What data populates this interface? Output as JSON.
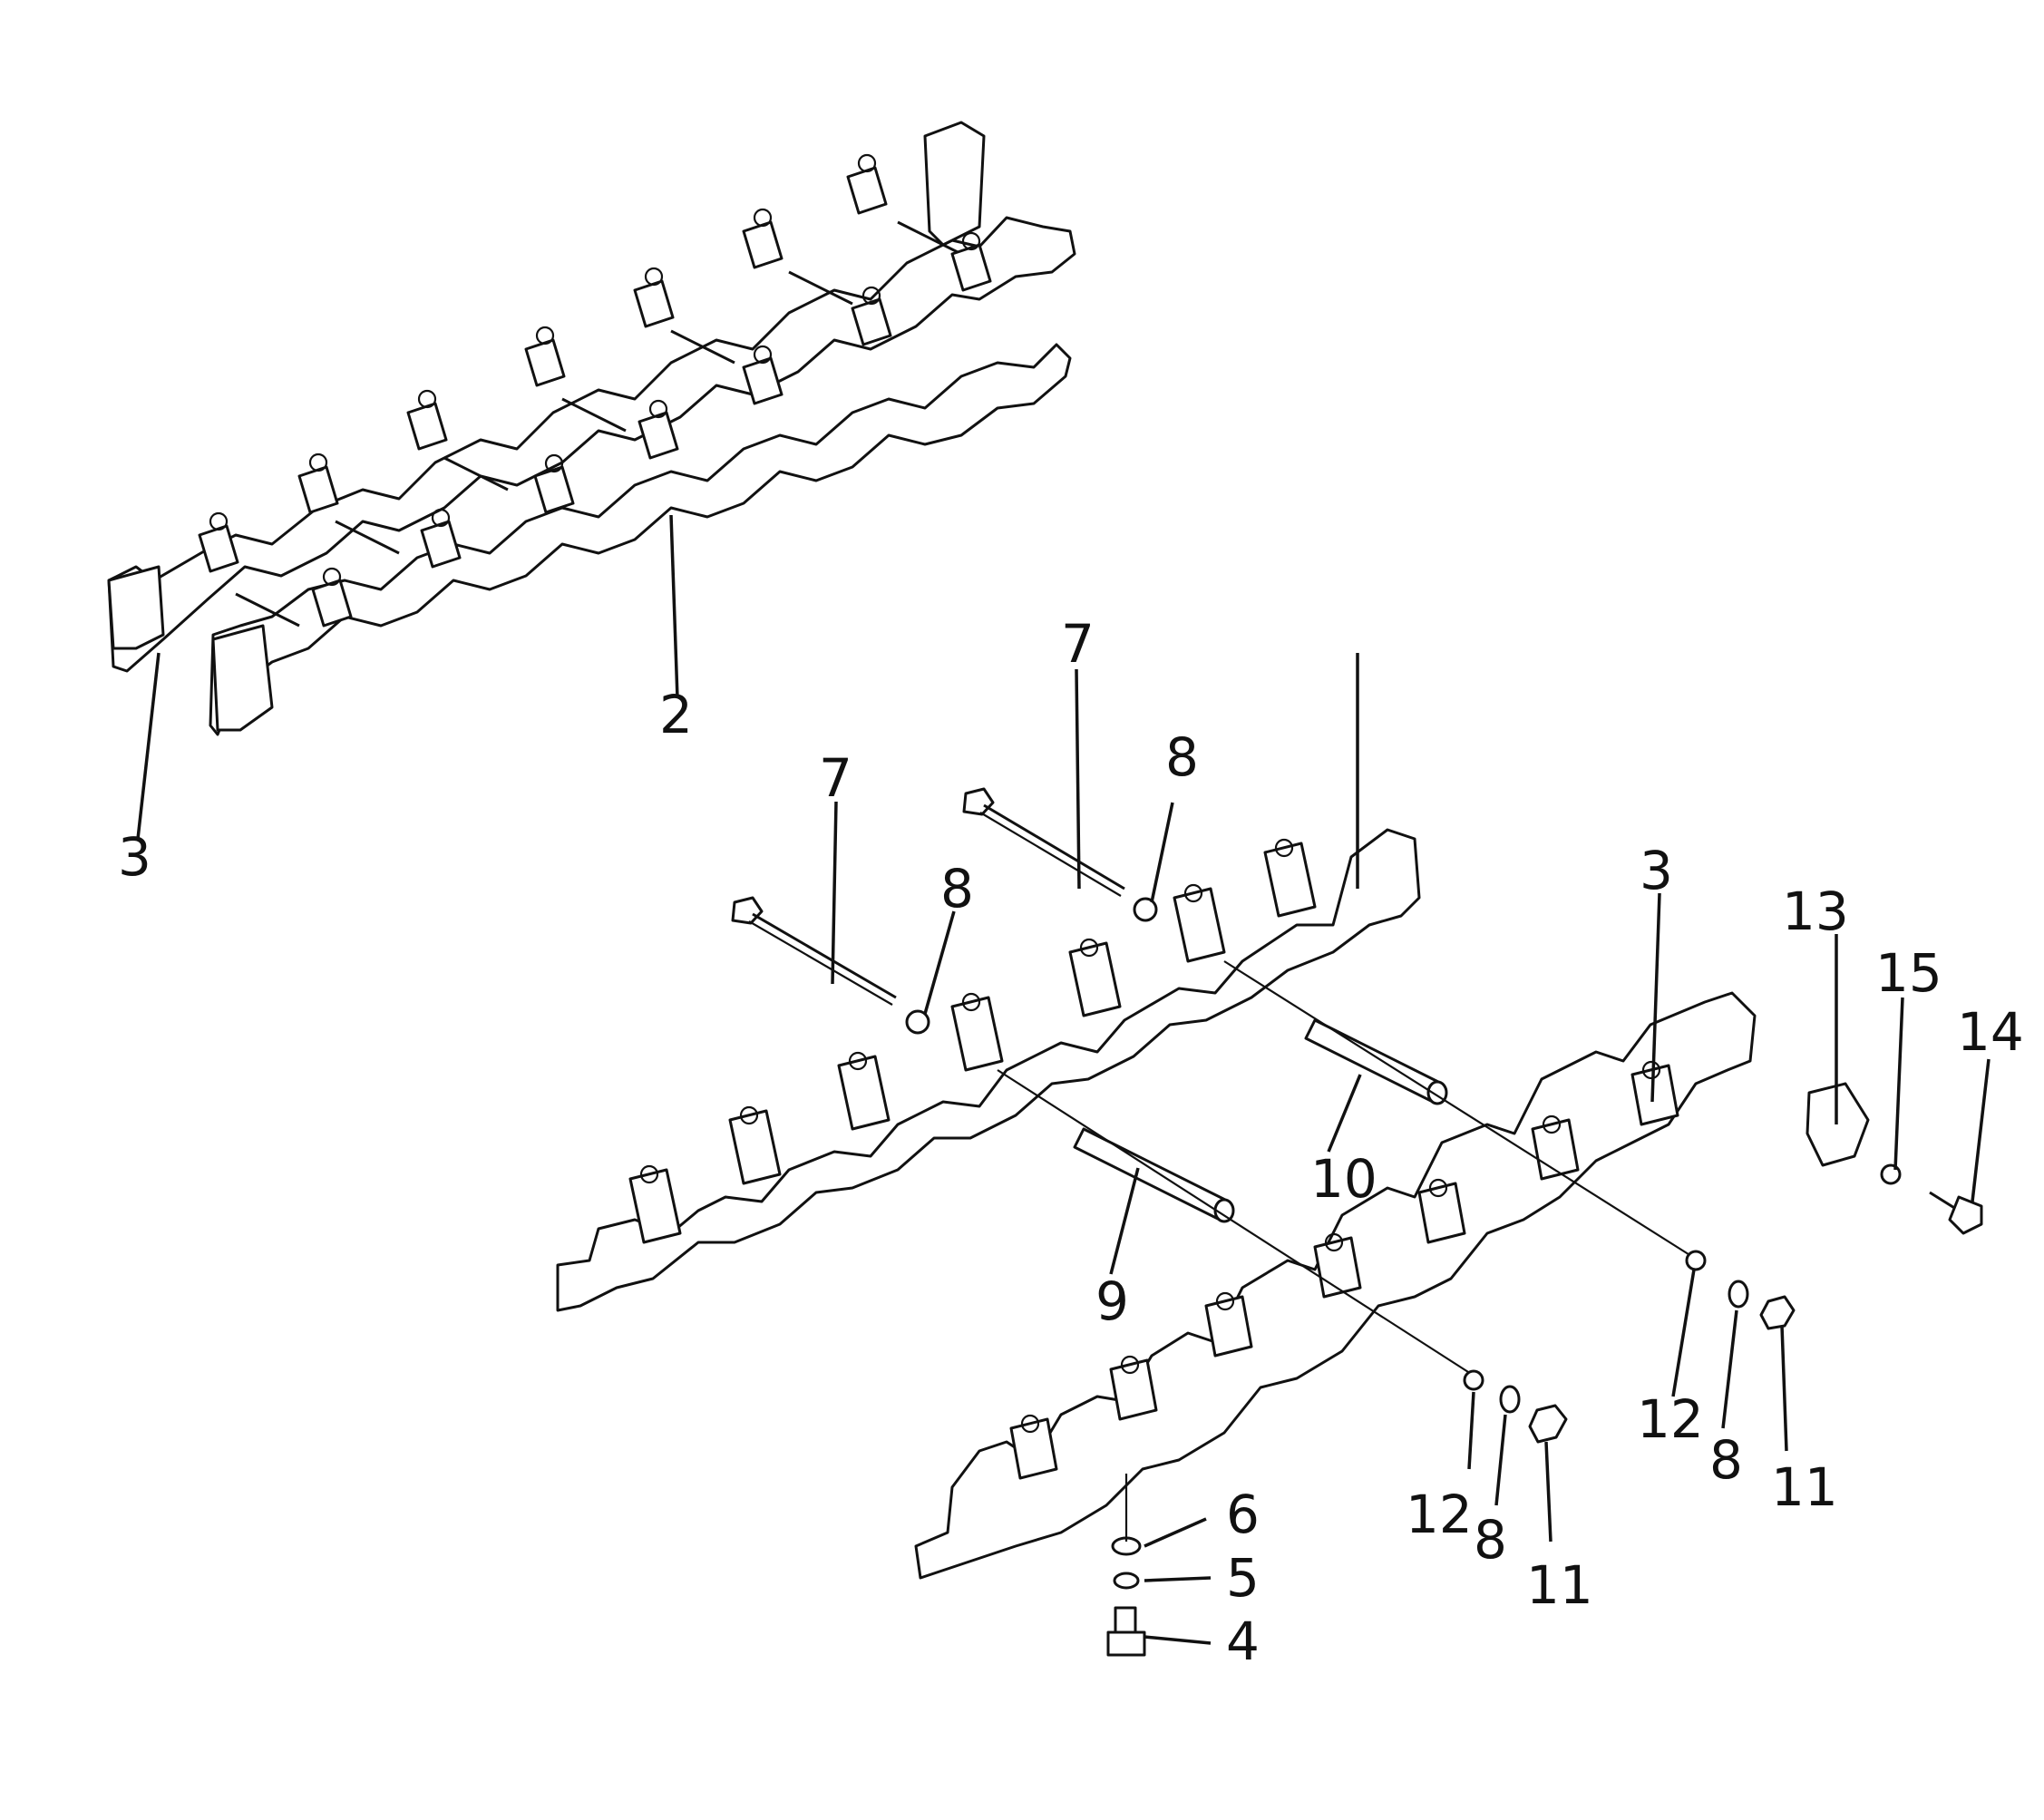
{
  "diagram": {
    "type": "exploded-parts-diagram",
    "line_color": "#111111",
    "background": "#ffffff",
    "callouts": [
      {
        "id": "c2",
        "text": "2"
      },
      {
        "id": "c3-upper",
        "text": "3"
      },
      {
        "id": "c7-left",
        "text": "7"
      },
      {
        "id": "c7-right",
        "text": "7"
      },
      {
        "id": "c8-left",
        "text": "8"
      },
      {
        "id": "c8-right",
        "text": "8"
      },
      {
        "id": "c1",
        "text": ""
      },
      {
        "id": "c3-lower",
        "text": "3"
      },
      {
        "id": "c13",
        "text": "13"
      },
      {
        "id": "c15",
        "text": "15"
      },
      {
        "id": "c14",
        "text": "14"
      },
      {
        "id": "c10",
        "text": "10"
      },
      {
        "id": "c9",
        "text": "9"
      },
      {
        "id": "c12-right",
        "text": "12"
      },
      {
        "id": "c8-lower-right",
        "text": "8"
      },
      {
        "id": "c11-right",
        "text": "11"
      },
      {
        "id": "c12-left",
        "text": "12"
      },
      {
        "id": "c8-lower-left",
        "text": "8"
      },
      {
        "id": "c11-left",
        "text": "11"
      },
      {
        "id": "c6",
        "text": "6"
      },
      {
        "id": "c5",
        "text": "5"
      },
      {
        "id": "c4",
        "text": "4"
      }
    ]
  }
}
